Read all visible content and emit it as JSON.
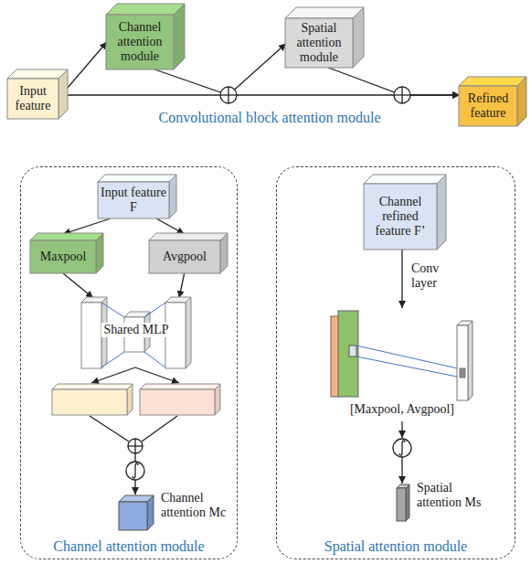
{
  "diagram": {
    "nodes": [
      {
        "text": [
          "Input feature"
        ]
      },
      {
        "text": [
          "Channel attention module"
        ]
      },
      {
        "text": [
          "Spatial attention module"
        ]
      },
      {
        "text": [
          "Refined feature"
        ]
      },
      {
        "text": [
          "Channel attention module"
        ]
      },
      {
        "text": [
          "Input feature F"
        ],
        "in": 4
      },
      {
        "text": [
          "Maxpool"
        ],
        "in": 4
      },
      {
        "text": [
          "Avgpool"
        ],
        "in": 4
      },
      {
        "text": [
          "Shared MLP"
        ],
        "in": 4
      },
      {
        "text": [
          "Spatial attention module"
        ]
      },
      {
        "text": [
          "Channel refined feature F’"
        ],
        "in": 9
      }
    ],
    "edges": [
      {
        "from": 0,
        "to": 1,
        "arrow": "to"
      },
      {
        "from": 1,
        "to": 2,
        "arrow": "to"
      },
      {
        "from": 0,
        "to": 3,
        "arrow": "to"
      },
      {
        "from": 2,
        "to": 3,
        "arrow": "to"
      },
      {
        "from": 5,
        "to": 6,
        "arrow": "to"
      },
      {
        "from": 5,
        "to": 7,
        "arrow": "to"
      },
      {
        "from": 6,
        "to": 8,
        "arrow": "to"
      },
      {
        "from": 7,
        "to": 8,
        "arrow": "to"
      }
    ],
    "labels": [
      "Convolutional block attention module",
      "Channel attention Mc",
      "Conv layer",
      "[Maxpool, Avgpool]",
      "Spatial attention Ms"
    ]
  }
}
